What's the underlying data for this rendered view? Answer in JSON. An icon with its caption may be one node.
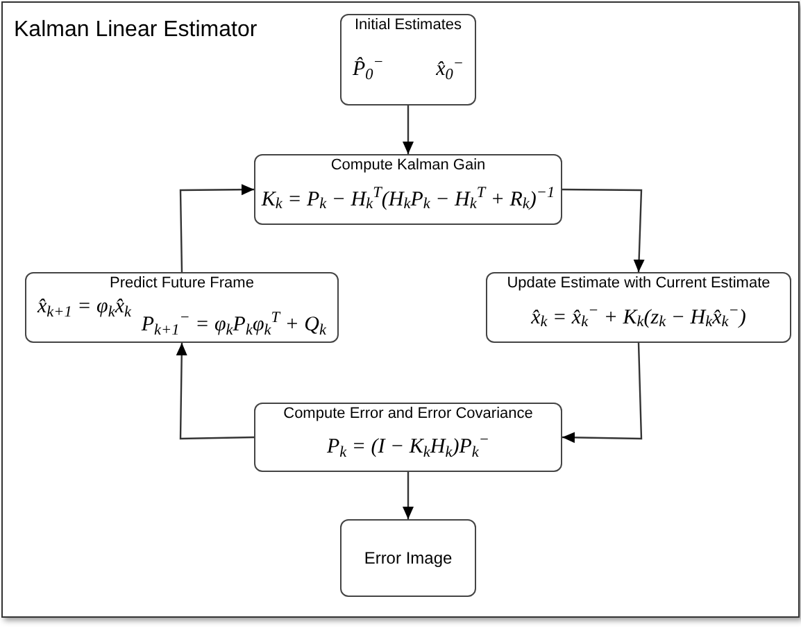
{
  "diagram": {
    "title": "Kalman Linear Estimator",
    "nodes": [
      {
        "text": [
          "Initial Estimates",
          "P̂$_{0}$$^{−}$",
          "x̂$_{0}$$^{−}$"
        ]
      },
      {
        "text": [
          "Compute Kalman Gain",
          "K$_{k}$ = P$_{k}$ − H$_{k}$$^{T}$(H$_{k}$P$_{k}$ − H$_{k}$$^{T}$ + R$_{k}$)$^{−1}$"
        ]
      },
      {
        "text": [
          "Predict Future Frame",
          "x̂$_{k+1}$ = φ$_{k}$x̂$_{k}$",
          "P$_{k+1}$$^{−}$ = φ$_{k}$P$_{k}$φ$_{k}$$^{T}$ + Q$_{k}$"
        ]
      },
      {
        "text": [
          "Update Estimate with Current Estimate",
          "x̂$_{k}$ = x̂$_{k}$$^{−}$ + K$_{k}$(z$_{k}$ − H$_{k}$x̂$_{k}$$^{−}$)"
        ]
      },
      {
        "text": [
          "Compute Error and Error Covariance",
          "P$_{k}$ = (I − K$_{k}$H$_{k}$)P$_{k}$$^{−}$"
        ]
      },
      {
        "text": [
          "Error Image"
        ]
      }
    ],
    "edges": [
      {
        "from": 0,
        "to": 1,
        "arrow": "to"
      },
      {
        "from": 1,
        "to": 3,
        "arrow": "to"
      },
      {
        "from": 3,
        "to": 4,
        "arrow": "to"
      },
      {
        "from": 4,
        "to": 2,
        "arrow": "to"
      },
      {
        "from": 2,
        "to": 1,
        "arrow": "to"
      },
      {
        "from": 4,
        "to": 5,
        "arrow": "to"
      }
    ]
  }
}
